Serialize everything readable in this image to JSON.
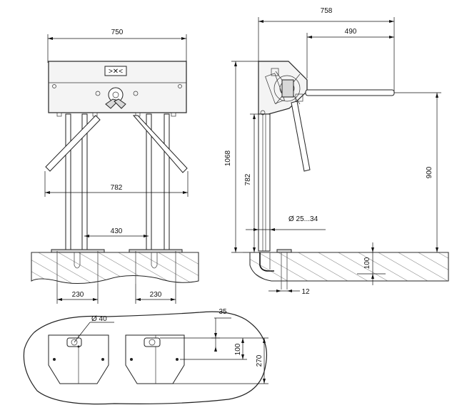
{
  "front_view": {
    "width_label": "750",
    "arm_span_label": "782",
    "post_spacing_label": "430",
    "anchor_left_label": "230",
    "anchor_right_label": "230"
  },
  "side_view": {
    "overall_depth_label": "758",
    "arm_reach_label": "490",
    "height_label": "1068",
    "post_height_label": "782",
    "arm_height_label": "900",
    "pipe_diameter_label": "Ø 25...34",
    "embed_depth_label": "100",
    "anchor_offset_label": "12"
  },
  "plan_view": {
    "hole_diameter_label": "Ø 40",
    "offset_35_label": "35",
    "depth_100_label": "100",
    "depth_270_label": "270"
  }
}
